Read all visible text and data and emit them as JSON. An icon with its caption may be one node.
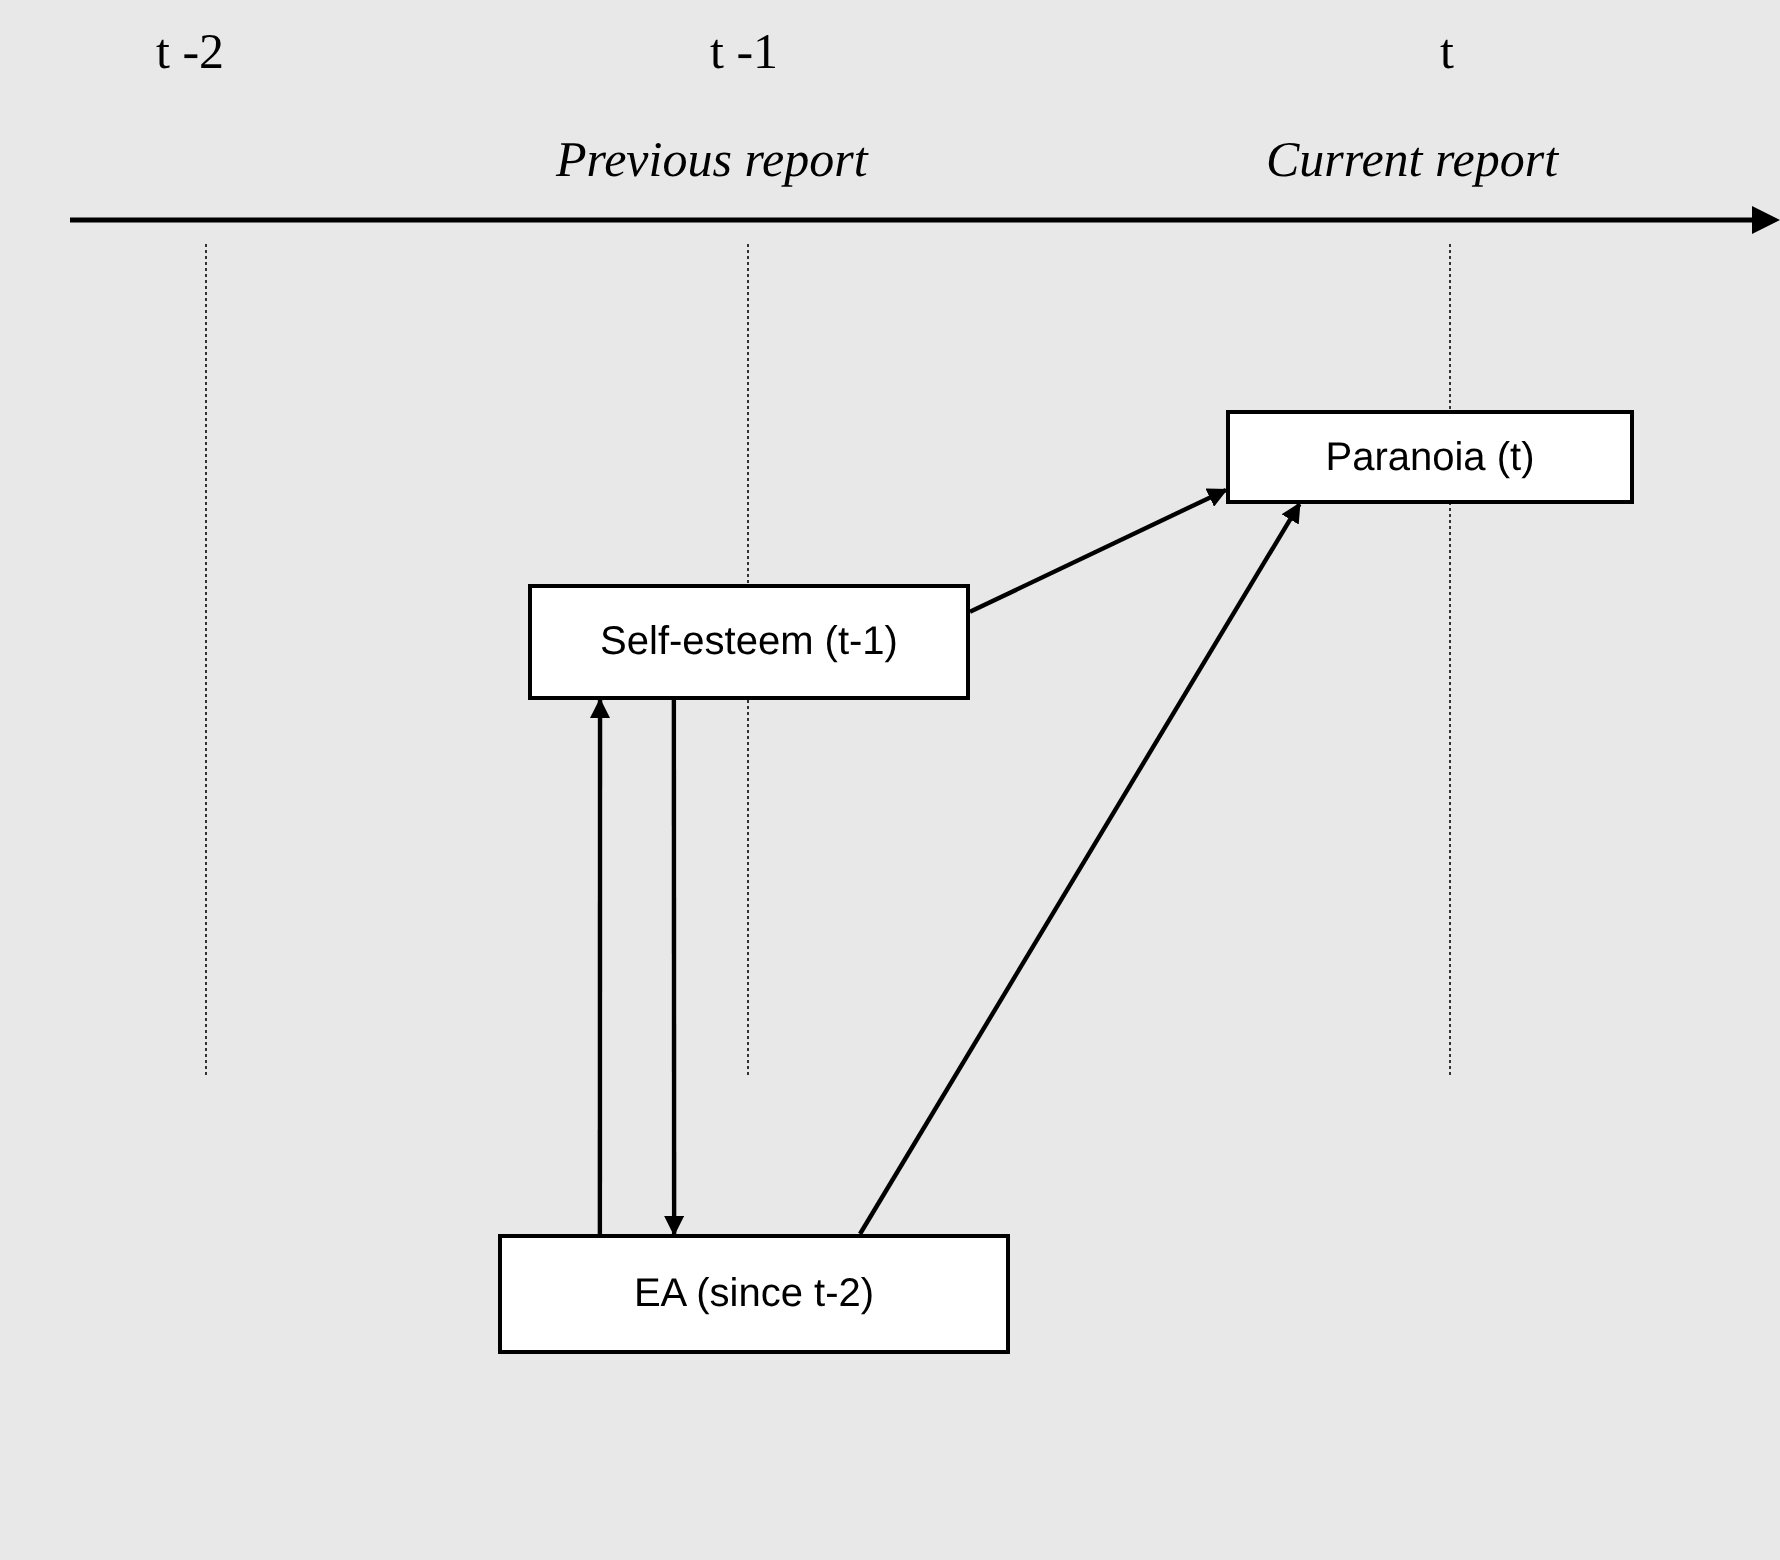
{
  "diagram": {
    "nodes": [
      {
        "text": [
          "Paranoia (t)"
        ]
      },
      {
        "text": [
          "Self-esteem (t-1)"
        ]
      },
      {
        "text": [
          "EA (since t-2)"
        ]
      }
    ],
    "edges": [
      {
        "from": 1,
        "to": 0,
        "arrow": "to"
      },
      {
        "from": 2,
        "to": 0,
        "arrow": "to"
      },
      {
        "from": 2,
        "to": 1,
        "arrow": "to"
      },
      {
        "from": 1,
        "to": 2,
        "arrow": "to"
      }
    ],
    "labels": [
      "t -2",
      "t -1",
      "t",
      "Previous report",
      "Current report"
    ]
  }
}
